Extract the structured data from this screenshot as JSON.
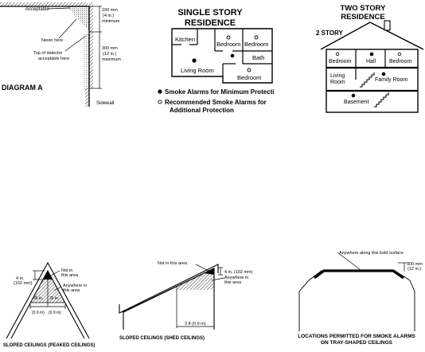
{
  "diagram_a": {
    "title": "DIAGRAM A",
    "acceptable": "Acceptable",
    "never_here": "Never here",
    "top_detector_1": "Top of detector",
    "top_detector_2": "acceptable here",
    "dim_100_1": "100 mm",
    "dim_100_2": "(4 in.)",
    "dim_100_3": "minimum",
    "dim_300_1": "300 mm",
    "dim_300_2": "(12 in.)",
    "dim_300_3": "maximum",
    "sidewall": "Sidewall"
  },
  "single_story": {
    "title_1": "SINGLE STORY",
    "title_2": "RESIDENCE",
    "rooms": {
      "kitchen": "Kitchen",
      "bedroom_1": "Bedroom",
      "bedroom_2": "Bedroom",
      "bath": "Bath",
      "living_room": "Living Room",
      "bedroom_3": "Bedroom"
    },
    "legend_min": "Smoke Alarms for Minimum Protecti",
    "legend_rec_1": "Recommended Smoke Alarms for",
    "legend_rec_2": "Additional Protection"
  },
  "two_story": {
    "title_1": "TWO STORY",
    "title_2": "RESIDENCE",
    "label": "2 STORY",
    "rooms": {
      "bedroom_1": "Bedroom",
      "hall": "Hall",
      "bedroom_2": "Bedroom",
      "living_1": "Living",
      "living_2": "Room",
      "family_room": "Family Room",
      "basement": "Basement"
    }
  },
  "peaked": {
    "caption": "SLOPED CEILINGS (PEAKED CEILINGS)",
    "dim_4_1": "4 in.",
    "dim_4_2": "(102 mm)",
    "not_in_1": "Not in",
    "not_in_2": "this area",
    "anywhere_1": "Anywhere in",
    "anywhere_2": "this area",
    "d36_left_1": "36 in.",
    "d36_left_2": "(0.9 m)",
    "d36_right_1": "36 in.",
    "d36_right_2": "(0.9 m)"
  },
  "shed": {
    "caption": "SLOPED CEILINGS (SHED CEILINGS)",
    "not_in": "Not in this area",
    "dim_4": "4 in. (102 mm)",
    "anywhere_1": "Anywhere in",
    "anywhere_2": "this area",
    "dim_3ft": "3 ft (0.9 m)"
  },
  "tray": {
    "caption_1": "LOCATIONS PERMITTED FOR SMOKE ALARMS",
    "caption_2": "ON TRAY-SHAPED CEILINGS",
    "anywhere": "Anywhere along this bold surface",
    "dim_1": "300 mm",
    "dim_2": "(12 in.)"
  }
}
